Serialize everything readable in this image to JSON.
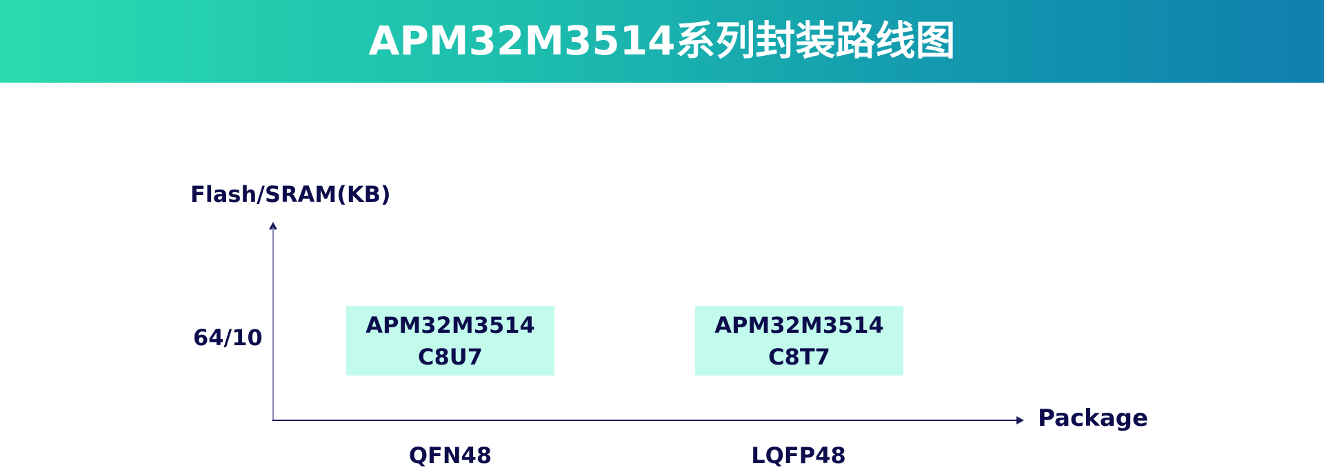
{
  "header": {
    "title": "APM32M3514系列封装路线图",
    "gradient": [
      "#2adbb0",
      "#0f7fae"
    ]
  },
  "chart_data": {
    "type": "table",
    "title": "APM32M3514系列封装路线图",
    "ylabel": "Flash/SRAM(KB)",
    "xlabel": "Package",
    "y_categories": [
      "64/10"
    ],
    "x_categories": [
      "QFN48",
      "LQFP48"
    ],
    "cells": [
      {
        "x": "QFN48",
        "y": "64/10",
        "line1": "APM32M3514",
        "line2": "C8U7"
      },
      {
        "x": "LQFP48",
        "y": "64/10",
        "line1": "APM32M3514",
        "line2": "C8T7"
      }
    ],
    "colors": {
      "text": "#0c0c4c",
      "box_fill": "#c2faec",
      "axis": "#1a1a5a"
    }
  },
  "axes": {
    "y_label": "Flash/SRAM(KB)",
    "y_ticks": [
      "64/10"
    ],
    "x_label": "Package",
    "x_ticks": [
      "QFN48",
      "LQFP48"
    ]
  },
  "chips": [
    {
      "line1": "APM32M3514",
      "line2": "C8U7"
    },
    {
      "line1": "APM32M3514",
      "line2": "C8T7"
    }
  ]
}
